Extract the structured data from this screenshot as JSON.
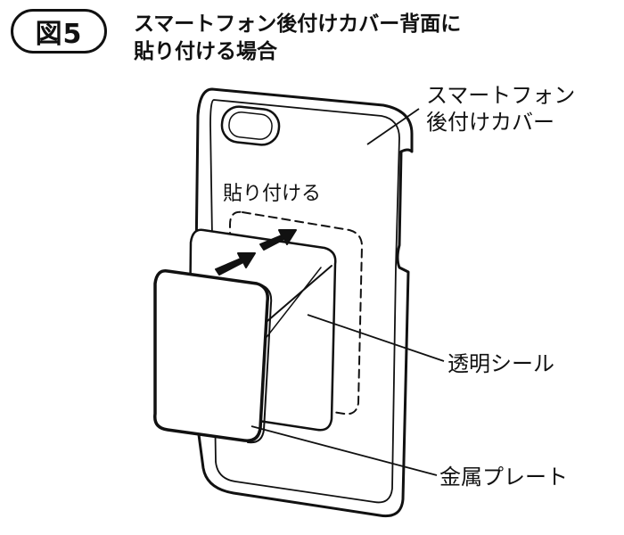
{
  "figure": {
    "badge": "図5",
    "title_line1": "スマートフォン後付けカバー背面に",
    "title_line2": "貼り付ける場合"
  },
  "labels": {
    "cover_line1": "スマートフォン",
    "cover_line2": "後付けカバー",
    "attach": "貼り付ける",
    "seal": "透明シール",
    "plate": "金属プレート"
  },
  "colors": {
    "line": "#111111",
    "fill": "#ffffff"
  }
}
